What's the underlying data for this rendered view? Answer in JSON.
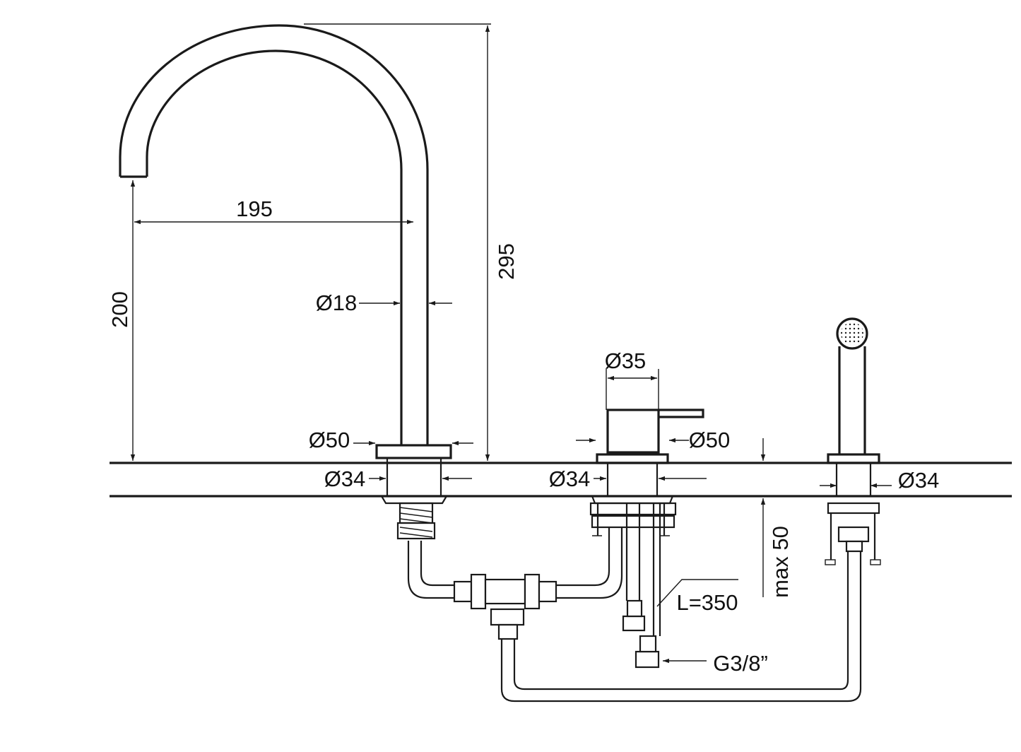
{
  "diagram": {
    "labels": {
      "spout_reach": "195",
      "spout_height": "200",
      "total_height": "295",
      "spout_diameter": "Ø18",
      "spout_base_diameter": "Ø50",
      "spout_hole_diameter": "Ø34",
      "mixer_diameter": "Ø35",
      "mixer_base_diameter": "Ø50",
      "mixer_hole_diameter": "Ø34",
      "shower_hole_diameter": "Ø34",
      "max_thickness": "max 50",
      "hose_length": "L=350",
      "connection_thread": "G3/8”"
    }
  }
}
